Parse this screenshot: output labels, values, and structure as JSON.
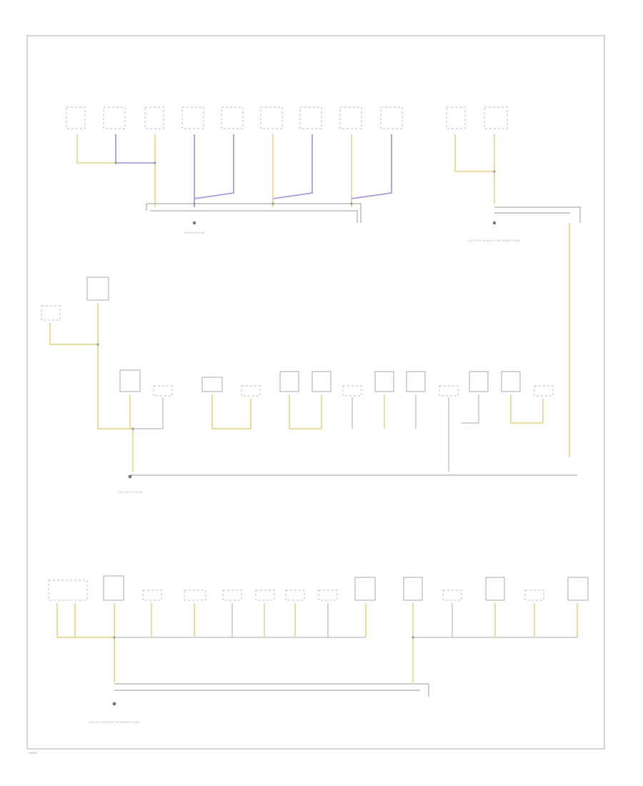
{
  "diagram": {
    "groups": [
      {
        "id": "top-left",
        "ground_label": "ENGINE GROUND"
      },
      {
        "id": "top-right",
        "ground_label": "G112 RIGHT MIDDLE OF INSTRUMENT PANEL"
      },
      {
        "id": "middle",
        "ground_label": "G111 RIGHT A PILLAR"
      },
      {
        "id": "bottom",
        "ground_label": "G113 LEFT MIDDLE OF INSTRUMENT PANEL"
      }
    ],
    "footer_code": "W6551"
  }
}
